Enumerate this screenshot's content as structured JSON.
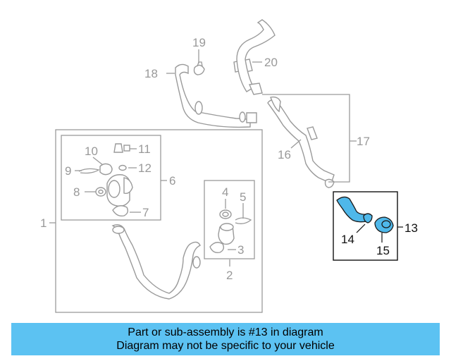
{
  "diagram": {
    "callouts": {
      "c1": "1",
      "c2": "2",
      "c3": "3",
      "c4": "4",
      "c5": "5",
      "c6": "6",
      "c7": "7",
      "c8": "8",
      "c9": "9",
      "c10": "10",
      "c11": "11",
      "c12": "12",
      "c13": "13",
      "c14": "14",
      "c15": "15",
      "c16": "16",
      "c17": "17",
      "c18": "18",
      "c19": "19",
      "c20": "20"
    }
  },
  "colors": {
    "highlight_part": "#4fb8ea",
    "banner_background": "#5cc2f2",
    "line_grey": "#9a9a9a",
    "line_dark": "#111111"
  },
  "banner": {
    "line1": "Part or sub-assembly is #13 in diagram",
    "line2": "Diagram may not be specific to your vehicle"
  }
}
